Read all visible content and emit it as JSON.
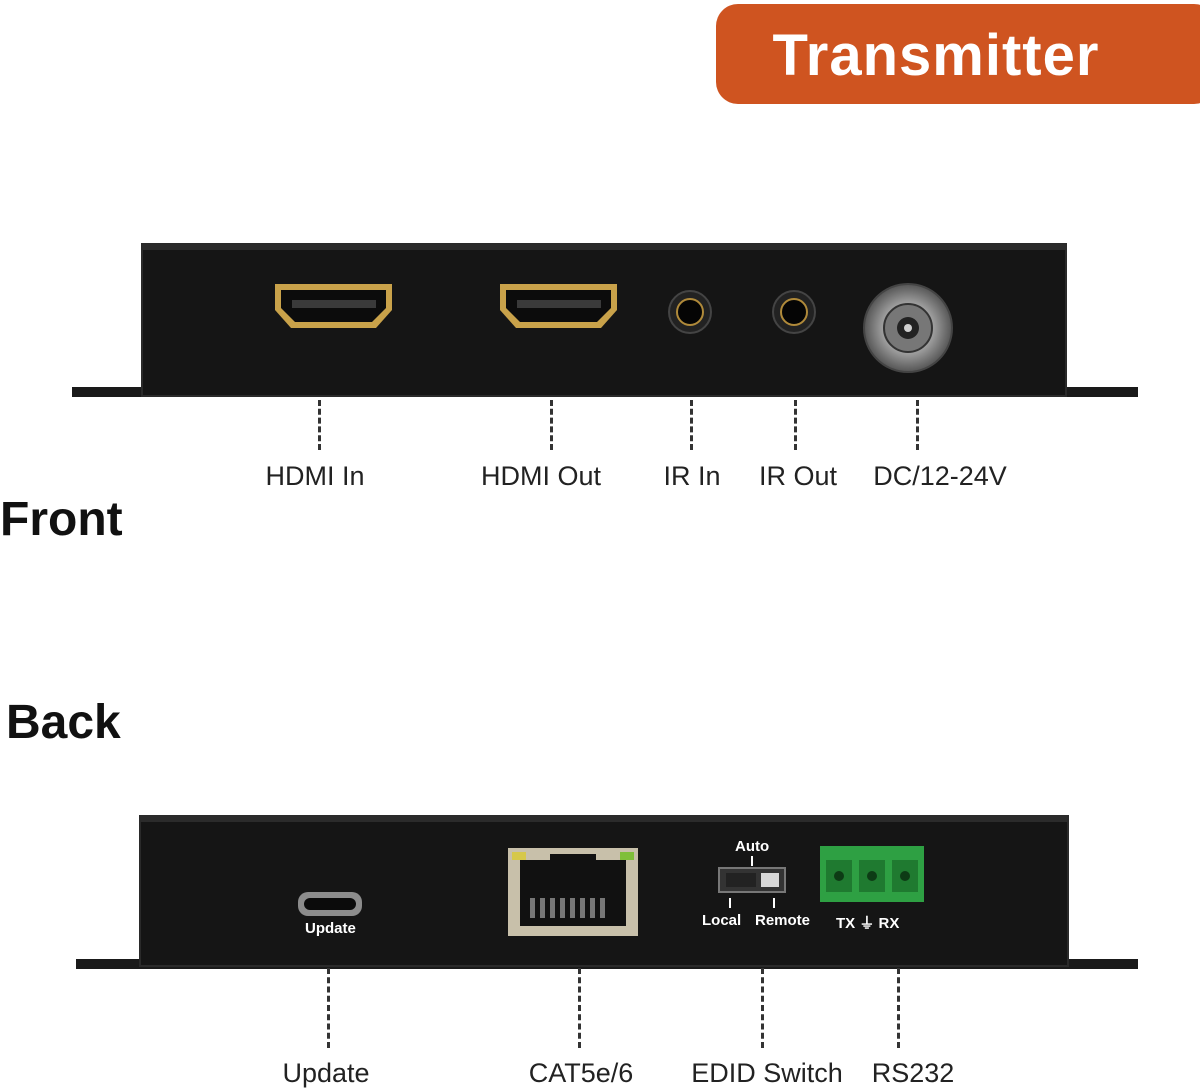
{
  "header": {
    "badge": "Transmitter"
  },
  "front": {
    "title": "Front",
    "ports": [
      {
        "label": "HDMI In"
      },
      {
        "label": "HDMI Out"
      },
      {
        "label": "IR In"
      },
      {
        "label": "IR Out"
      },
      {
        "label": "DC/12-24V"
      }
    ]
  },
  "back": {
    "title": "Back",
    "panel_labels": {
      "update": "Update",
      "auto": "Auto",
      "local": "Local",
      "remote": "Remote",
      "tx_gnd_rx": "TX ⏚ RX"
    },
    "ports": [
      {
        "label": "Update"
      },
      {
        "label": "CAT5e/6"
      },
      {
        "label": "EDID Switch"
      },
      {
        "label": "RS232"
      }
    ]
  },
  "colors": {
    "badge": "#cf5420",
    "device": "#141414",
    "terminal": "#2ea043",
    "hdmi_gold": "#c9a24a"
  }
}
